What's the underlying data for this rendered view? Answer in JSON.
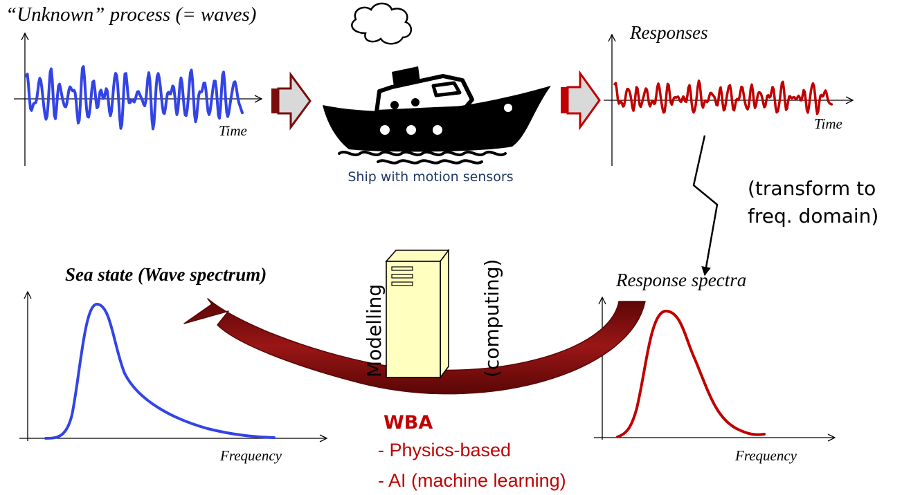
{
  "diagram": {
    "top_left_title": "“Unknown” process (= waves)",
    "time_label_left": "Time",
    "ship_caption": "Ship with motion sensors",
    "responses_title": "Responses",
    "time_label_right": "Time",
    "transform_note_line1": "(transform to",
    "transform_note_line2": "freq. domain)",
    "response_spectra_title": "Response spectra",
    "sea_state_title": "Sea state (Wave spectrum)",
    "frequency_label_left": "Frequency",
    "frequency_label_right": "Frequency",
    "modelling_label": "Modelling",
    "computing_label": "(computing)",
    "wba_title": "WBA",
    "wba_item_1": "- Physics-based",
    "wba_item_2": "- AI (machine learning)"
  },
  "colors": {
    "wave_blue": "#3344e6",
    "response_red": "#c00000",
    "arrow_dark_red": "#7a0c0c",
    "arrow_fill_grey": "#d9d9d9",
    "server_fill": "#ffffc0",
    "caption_navy": "#1f3864",
    "wba_red": "#c00000"
  },
  "icons": [
    "ship-icon",
    "cloud-icon",
    "server-icon",
    "lightning-arrow-icon"
  ]
}
